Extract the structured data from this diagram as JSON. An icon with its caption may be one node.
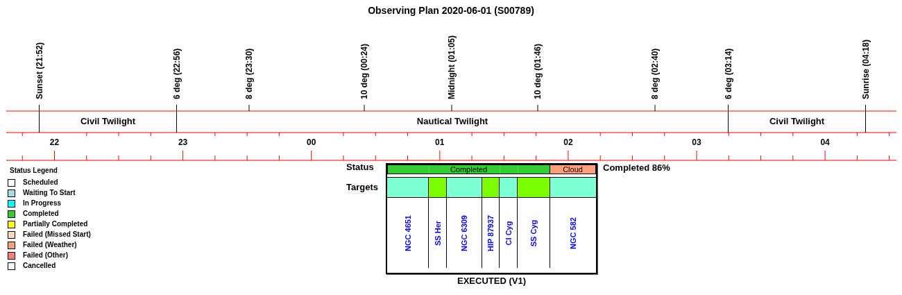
{
  "diagram": {
    "title": "Observing Plan 2020-06-01 (S00789)",
    "nodes": [
      {
        "text": [
          "Civil Twilight"
        ]
      },
      {
        "text": [
          "Nautical Twilight"
        ]
      },
      {
        "text": [
          "Civil Twilight"
        ]
      },
      {
        "text": [
          "EXECUTED (V1)"
        ]
      },
      {
        "text": [
          "Completed"
        ],
        "in": 3
      },
      {
        "text": [
          "Cloud"
        ],
        "in": 3
      },
      {
        "text": [
          "NGC 4651"
        ],
        "in": 3
      },
      {
        "text": [
          "SS Her"
        ],
        "in": 3
      },
      {
        "text": [
          "NGC 6309"
        ],
        "in": 3
      },
      {
        "text": [
          "HIP 87937"
        ],
        "in": 3
      },
      {
        "text": [
          "CI Cyg"
        ],
        "in": 3
      },
      {
        "text": [
          "SS Cyg"
        ],
        "in": 3
      },
      {
        "text": [
          "NGC 582"
        ],
        "in": 3
      }
    ],
    "labels": [
      "Sunset (21:52)",
      "6 deg (22:56)",
      "8 deg (23:30)",
      "10 deg (00:24)",
      "Midnight (01:05)",
      "10 deg (01:46)",
      "8 deg (02:40)",
      "6 deg (03:14)",
      "Sunrise (04:18)",
      "22",
      "23",
      "00",
      "01",
      "02",
      "03",
      "04",
      "Status Legend",
      "Status",
      "Completed 86%",
      "Targets"
    ],
    "legend": [
      {
        "text": "Scheduled",
        "color": "#ffffff"
      },
      {
        "text": "Waiting To Start",
        "color": "#add8e6"
      },
      {
        "text": "In Progress",
        "color": "#00ffff"
      },
      {
        "text": "Completed",
        "color": "#32cd32"
      },
      {
        "text": "Partially Completed",
        "color": "#ffff00"
      },
      {
        "text": "Failed (Missed Start)",
        "color": "#ffdab9"
      },
      {
        "text": "Failed (Weather)",
        "color": "#ffa07a"
      },
      {
        "text": "Failed (Other)",
        "color": "#fa8072"
      },
      {
        "text": "Cancelled",
        "color": "#f5f5f5"
      }
    ]
  }
}
